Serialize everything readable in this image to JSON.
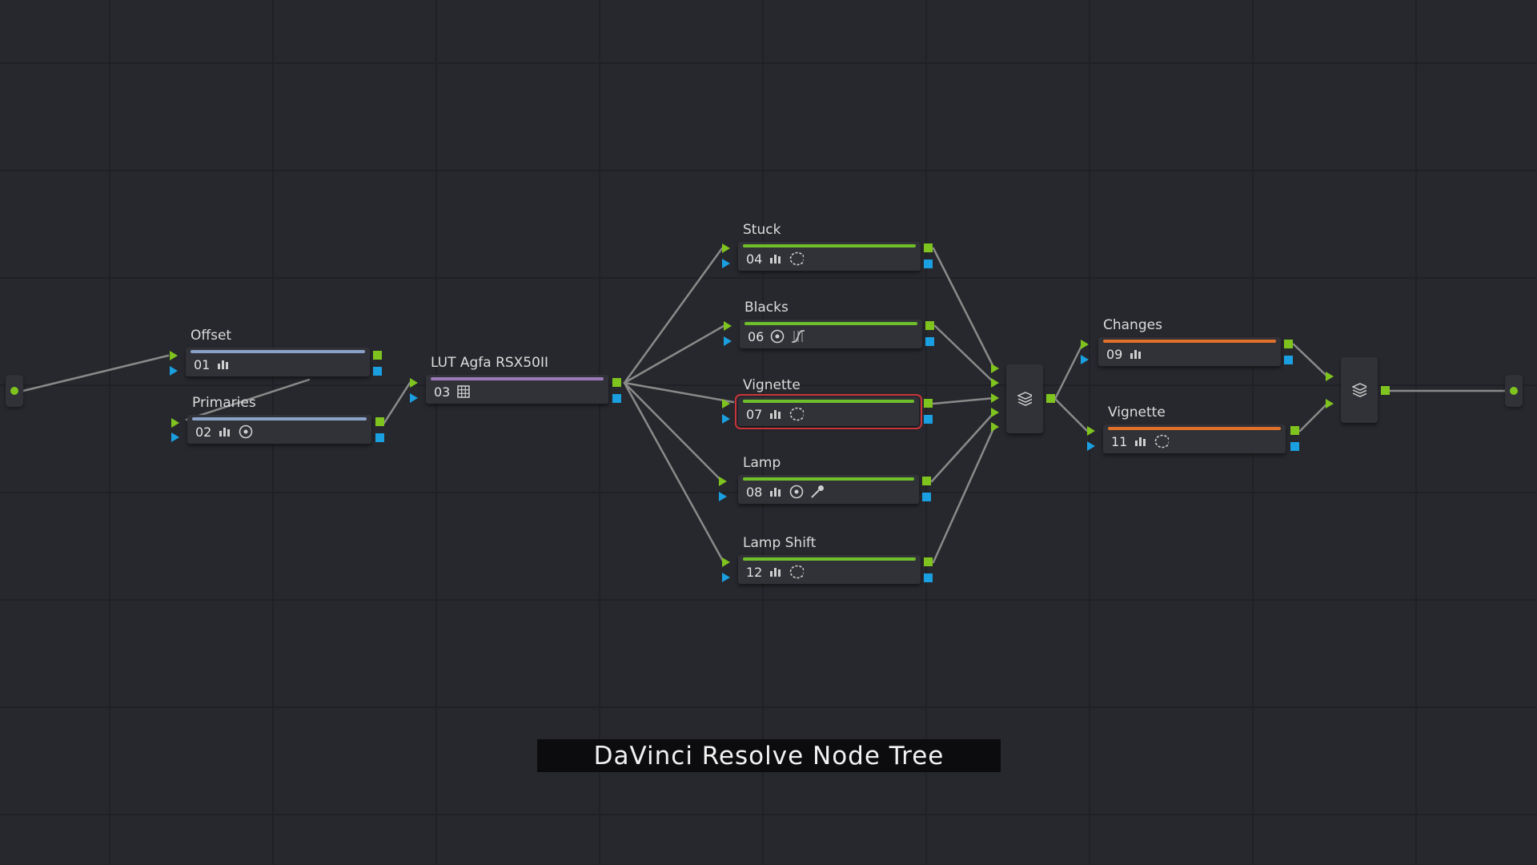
{
  "colors": {
    "background": "#27282d",
    "node_body": "#313237",
    "wire": "#8a8a8a",
    "rgb_port": "#7fc41e",
    "alpha_port": "#1a9fe0",
    "bar_blue": "#8aa2c8",
    "bar_purple": "#9b79b8",
    "bar_green": "#6fbf2a",
    "bar_orange": "#e0702a",
    "selected_outline": "#c9353a"
  },
  "nodes": [
    {
      "id": "01",
      "label": "Offset",
      "bar": "blue",
      "icons": [
        "bars-icon"
      ]
    },
    {
      "id": "02",
      "label": "Primaries",
      "bar": "blue",
      "icons": [
        "bars-icon",
        "circle-target-icon"
      ]
    },
    {
      "id": "03",
      "label": "LUT Agfa RSX50II",
      "bar": "purple",
      "icons": [
        "grid-icon"
      ]
    },
    {
      "id": "04",
      "label": "Stuck",
      "bar": "green",
      "icons": [
        "bars-icon",
        "dotted-circle-icon"
      ]
    },
    {
      "id": "06",
      "label": "Blacks",
      "bar": "green",
      "icons": [
        "circle-target-icon",
        "curve-icon"
      ]
    },
    {
      "id": "07",
      "label": "Vignette",
      "bar": "green",
      "icons": [
        "bars-icon",
        "dotted-circle-icon"
      ],
      "selected": true
    },
    {
      "id": "08",
      "label": "Lamp",
      "bar": "green",
      "icons": [
        "bars-icon",
        "circle-target-icon",
        "eyedropper-icon"
      ]
    },
    {
      "id": "12",
      "label": "Lamp Shift",
      "bar": "green",
      "icons": [
        "bars-icon",
        "dotted-circle-icon"
      ]
    },
    {
      "id": "09",
      "label": "Changes",
      "bar": "orange",
      "icons": [
        "bars-icon"
      ]
    },
    {
      "id": "11",
      "label": "Vignette",
      "bar": "orange",
      "icons": [
        "bars-icon",
        "dotted-circle-icon"
      ]
    }
  ],
  "mixers": [
    {
      "name": "layer-mixer-1",
      "icon": "layers-icon"
    },
    {
      "name": "layer-mixer-2",
      "icon": "layers-icon"
    }
  ],
  "caption": "DaVinci Resolve Node Tree"
}
